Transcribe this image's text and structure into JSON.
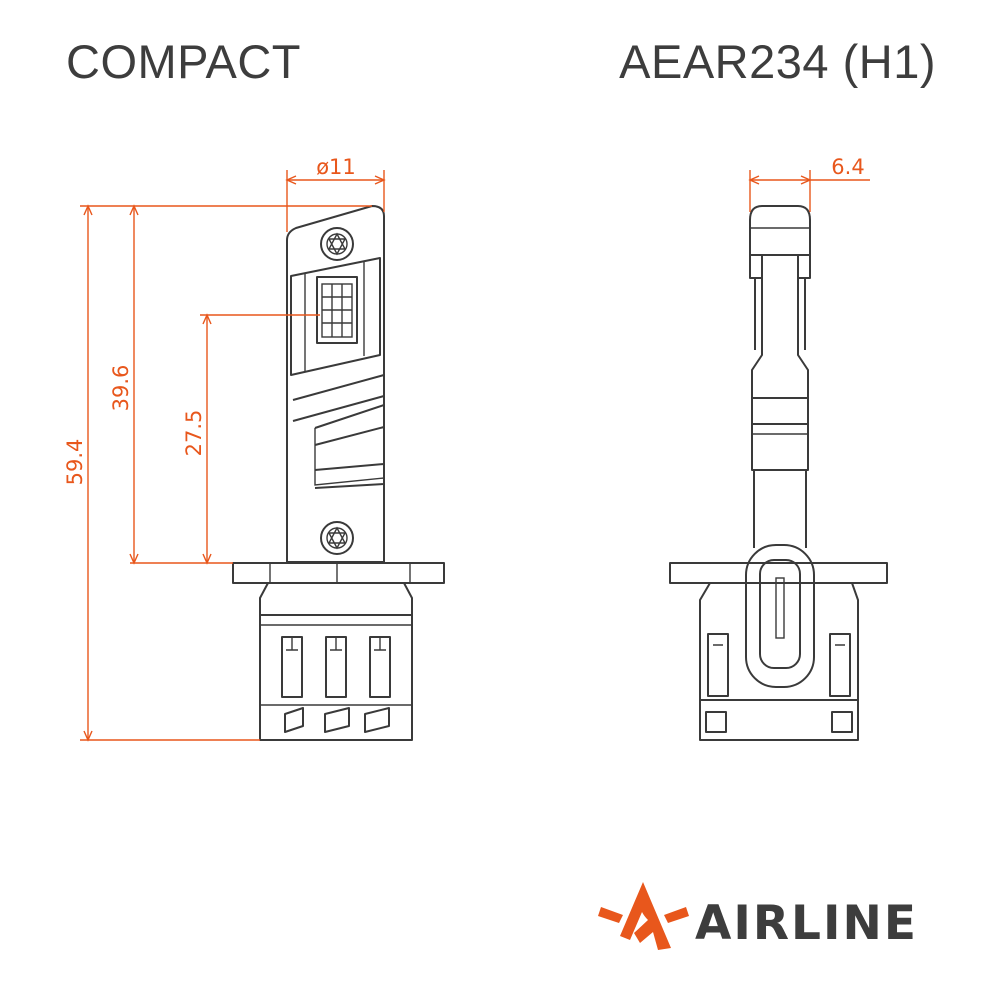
{
  "header": {
    "left_title": "COMPACT",
    "right_title": "AEAR234 (H1)"
  },
  "dimensions": {
    "diameter": "ø11",
    "height_total": "59.4",
    "height_upper": "39.6",
    "height_mid": "27.5",
    "thickness": "6.4"
  },
  "brand": {
    "name": "AIRLINE",
    "accent_color": "#e8571c",
    "text_color": "#3d3d3d"
  }
}
